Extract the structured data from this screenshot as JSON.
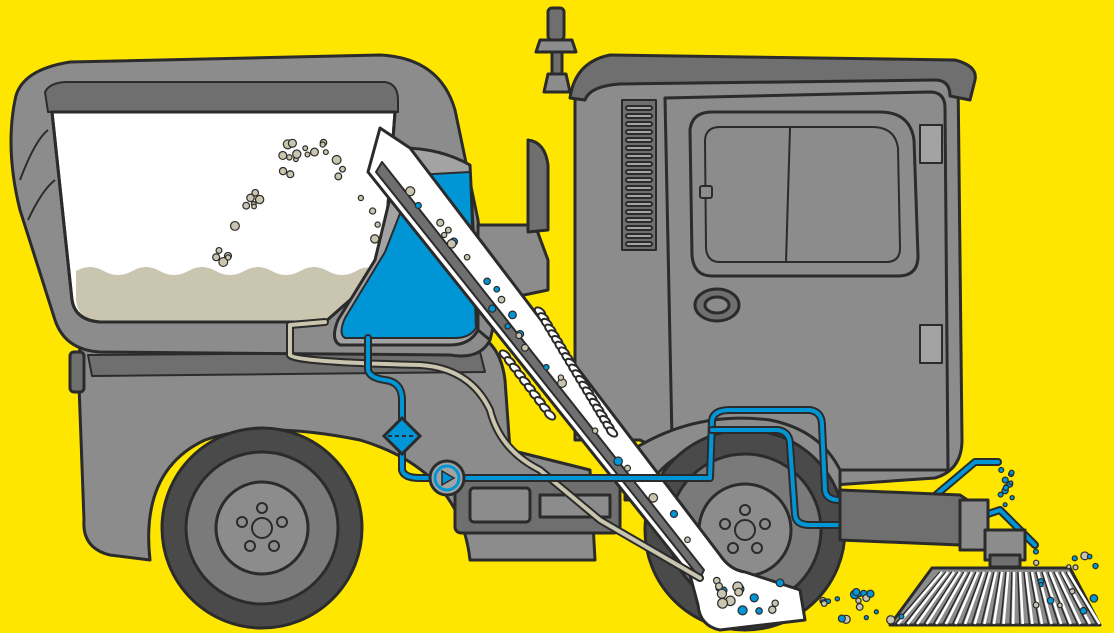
{
  "diagram": {
    "subject": "street-sweeper-cutaway",
    "colors": {
      "background": "#FFE600",
      "body": "#8C8C8C",
      "body_dark": "#6F6F6F",
      "body_light": "#A3A3A3",
      "outline": "#2B2B2B",
      "water": "#0096D6",
      "debris": "#C9C5AE",
      "hopper_interior": "#FFFFFF",
      "conveyor": "#FFFFFF",
      "brush_bristles": "#FFFFFF"
    },
    "components": [
      {
        "id": "debris-hopper",
        "icon": "hopper"
      },
      {
        "id": "water-tank",
        "icon": "water-tank"
      },
      {
        "id": "pickup-conveyor",
        "icon": "conveyor-belt"
      },
      {
        "id": "water-filter",
        "icon": "filter-diamond"
      },
      {
        "id": "water-pump",
        "icon": "pump"
      },
      {
        "id": "side-brush",
        "icon": "brush"
      },
      {
        "id": "operator-cab",
        "icon": "cab"
      },
      {
        "id": "beacon-light",
        "icon": "beacon"
      }
    ]
  }
}
